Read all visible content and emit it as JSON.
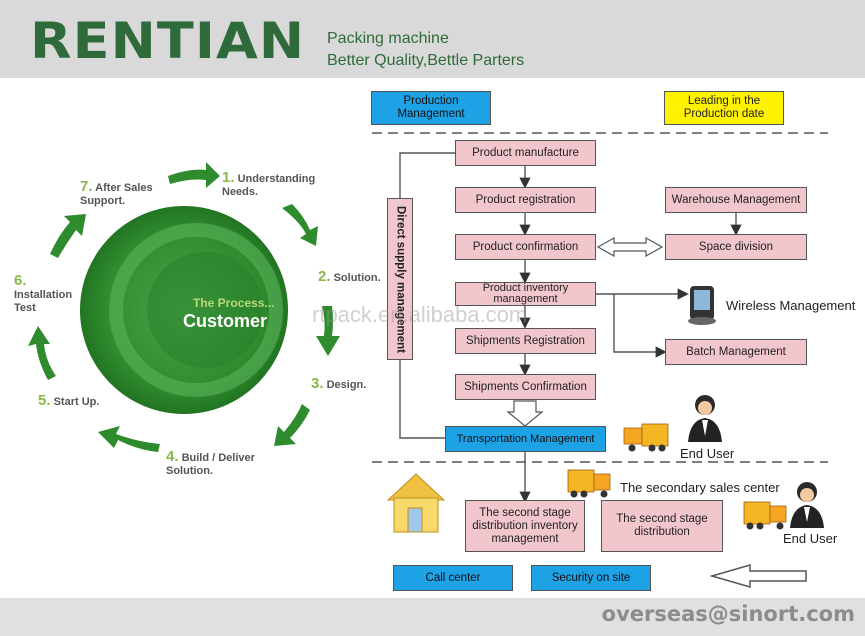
{
  "header": {
    "logo": "RENTIAN",
    "tagline_line1": "Packing machine",
    "tagline_line2": "Better Quality,Bettle Parters"
  },
  "cycle": {
    "center_subtitle": "The Process...",
    "center_title": "Customer",
    "steps": [
      {
        "num": "1.",
        "text": "Understanding Needs."
      },
      {
        "num": "2.",
        "text": "Solution."
      },
      {
        "num": "3.",
        "text": "Design."
      },
      {
        "num": "4.",
        "text": "Build / Deliver Solution."
      },
      {
        "num": "5.",
        "text": "Start Up."
      },
      {
        "num": "6.",
        "text": "Installation Test"
      },
      {
        "num": "7.",
        "text": "After Sales Support."
      }
    ],
    "colors": {
      "green": "#2e8b2e",
      "light_green": "#8ab848"
    }
  },
  "flow": {
    "production_management": "Production Management",
    "leading_production_date": "Leading in the Production date",
    "product_manufacture": "Product manufacture",
    "product_registration": "Product registration",
    "product_confirmation": "Product confirmation",
    "product_inventory": "Product inventory management",
    "shipments_registration": "Shipments Registration",
    "shipments_confirmation": "Shipments Confirmation",
    "transportation_management": "Transportation Management",
    "warehouse_management": "Warehouse Management",
    "space_division": "Space division",
    "wireless_management": "Wireless Management",
    "batch_management": "Batch Management",
    "direct_supply": "Direct supply management",
    "end_user_1": "End User",
    "secondary_sales_center": "The secondary sales center",
    "second_stage_inventory": "The second stage distribution inventory management",
    "second_stage_distribution": "The second stage distribution",
    "end_user_2": "End User",
    "call_center": "Call center",
    "security_on_site": "Security on site",
    "colors": {
      "pink": "#f2c6cd",
      "blue": "#1ea2e6",
      "yellow": "#fff200"
    }
  },
  "watermark": "rtpack.en.alibaba.com",
  "footer": {
    "email": "overseas@sinort.com"
  }
}
